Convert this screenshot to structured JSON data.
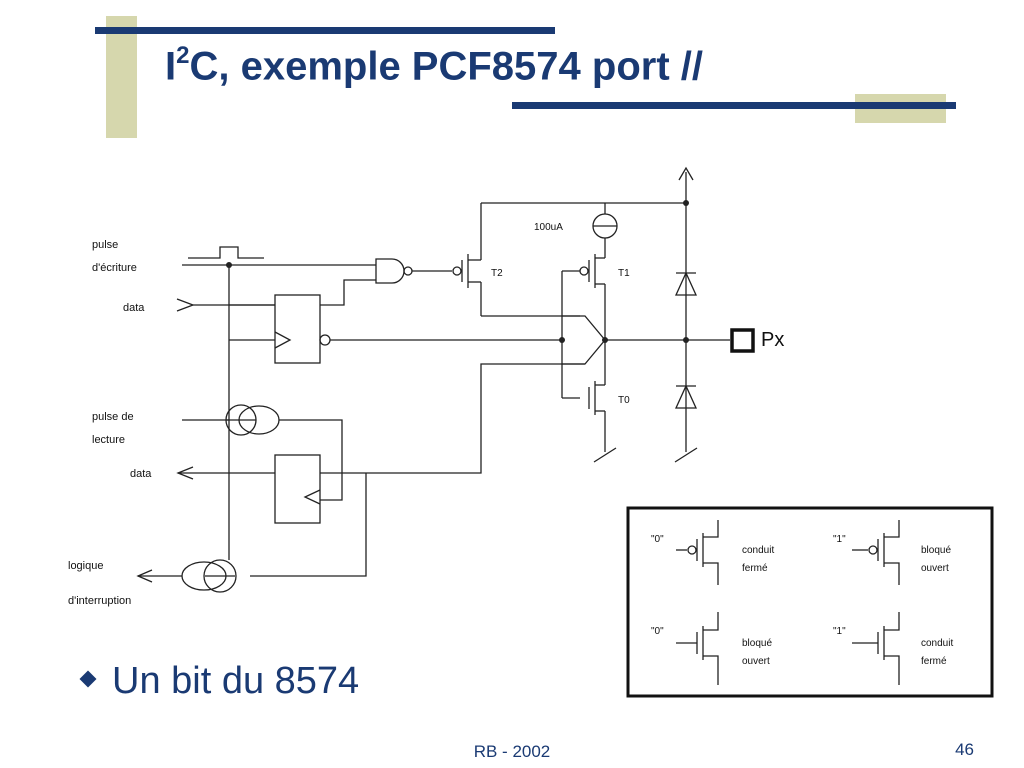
{
  "slide": {
    "title_pre": "I",
    "title_sup": "2",
    "title_post": "C, exemple PCF8574 port //",
    "bullet": "Un bit du 8574",
    "footer_center": "RB - 2002",
    "page_number": "46"
  },
  "colors": {
    "accent": "#1a3a73",
    "deco": "#d6d7ad"
  },
  "schematic": {
    "labels": {
      "pulse_write_1": "pulse",
      "pulse_write_2": "d'écriture",
      "data_in": "data",
      "pulse_read_1": "pulse de",
      "pulse_read_2": "lecture",
      "data_out": "data",
      "interrupt_1": "logique",
      "interrupt_2": "d'interruption",
      "current_source": "100uA",
      "t2": "T2",
      "t1": "T1",
      "t0": "T0",
      "pin": "Px"
    },
    "legend": [
      {
        "value": "\"0\"",
        "state1": "conduit",
        "state2": "fermé"
      },
      {
        "value": "\"1\"",
        "state1": "bloqué",
        "state2": "ouvert"
      },
      {
        "value": "\"0\"",
        "state1": "bloqué",
        "state2": "ouvert"
      },
      {
        "value": "\"1\"",
        "state1": "conduit",
        "state2": "fermé"
      }
    ]
  }
}
